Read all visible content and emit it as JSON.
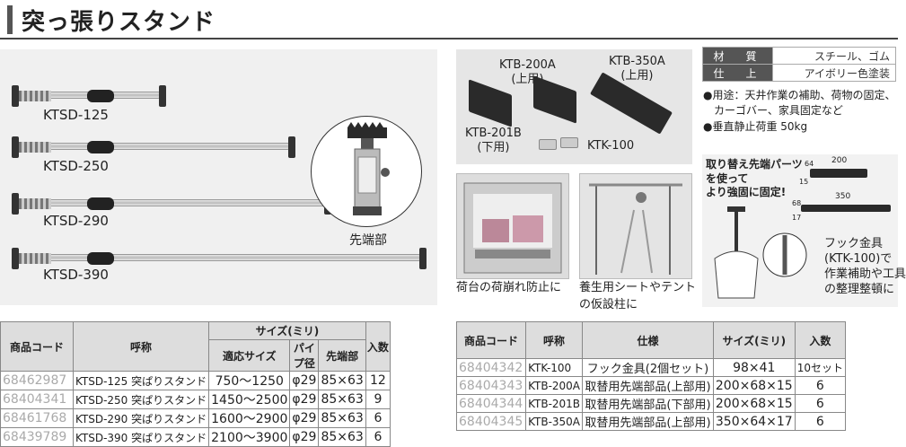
{
  "title": "突っ張りスタンド",
  "stands": [
    {
      "label": "KTSD-125"
    },
    {
      "label": "KTSD-250"
    },
    {
      "label": "KTSD-290"
    },
    {
      "label": "KTSD-390"
    }
  ],
  "tip_label": "先端部",
  "parts": {
    "ktb200a": "KTB-200A\n(上用)",
    "ktb350a": "KTB-350A\n(上用)",
    "ktb201b": "KTB-201B\n(下用)",
    "ktk100": "KTK-100"
  },
  "photos": {
    "caption1": "荷台の荷崩れ防止に",
    "caption2": "養生用シートやテント\nの仮設柱に"
  },
  "specs": [
    {
      "key": "材　質",
      "value": "スチール、ゴム"
    },
    {
      "key": "仕　上",
      "value": "アイボリー色塗装"
    }
  ],
  "notes": [
    "●用途：天井作業の補助、荷物の固定、カーゴバー、家具固定など",
    "●垂直静止荷重 50kg"
  ],
  "diagram": {
    "callout": "取り替え先端パーツ\nを使って\nより強固に固定!",
    "dim1": "200",
    "dim2": "350",
    "dim3": "15",
    "dim4": "17",
    "dim5": "64",
    "dim6": "68",
    "hook_text": "フック金具\n(KTK-100)で\n作業補助や工具\nの整理整頓に"
  },
  "left_table": {
    "headers": {
      "code": "商品コード",
      "name": "呼称",
      "size": "サイズ(ミリ)",
      "qty": "入数",
      "fit": "適応サイズ",
      "pipe": "パイプ径",
      "tip": "先端部"
    },
    "rows": [
      {
        "code": "68462987",
        "name": "KTSD-125 突ぱりスタンド",
        "fit": "750～1250",
        "pipe": "φ29",
        "tip": "85×63",
        "qty": "12"
      },
      {
        "code": "68404341",
        "name": "KTSD-250 突ぱりスタンド",
        "fit": "1450～2500",
        "pipe": "φ29",
        "tip": "85×63",
        "qty": "9"
      },
      {
        "code": "68461768",
        "name": "KTSD-290 突ぱりスタンド",
        "fit": "1600～2900",
        "pipe": "φ29",
        "tip": "85×63",
        "qty": "6"
      },
      {
        "code": "68439789",
        "name": "KTSD-390 突ぱりスタンド",
        "fit": "2100～3900",
        "pipe": "φ29",
        "tip": "85×63",
        "qty": "6"
      }
    ]
  },
  "right_table": {
    "headers": {
      "code": "商品コード",
      "name": "呼称",
      "spec": "仕様",
      "size": "サイズ(ミリ)",
      "qty": "入数"
    },
    "rows": [
      {
        "code": "68404342",
        "name": "KTK-100",
        "spec": "フック金具(2個セット)",
        "size": "98×41",
        "qty": "10セット"
      },
      {
        "code": "68404343",
        "name": "KTB-200A",
        "spec": "取替用先端部品(上部用)",
        "size": "200×68×15",
        "qty": "6"
      },
      {
        "code": "68404344",
        "name": "KTB-201B",
        "spec": "取替用先端部品(下部用)",
        "size": "200×68×15",
        "qty": "6"
      },
      {
        "code": "68404345",
        "name": "KTB-350A",
        "spec": "取替用先端部品(上部用)",
        "size": "350×64×17",
        "qty": "6"
      }
    ]
  }
}
